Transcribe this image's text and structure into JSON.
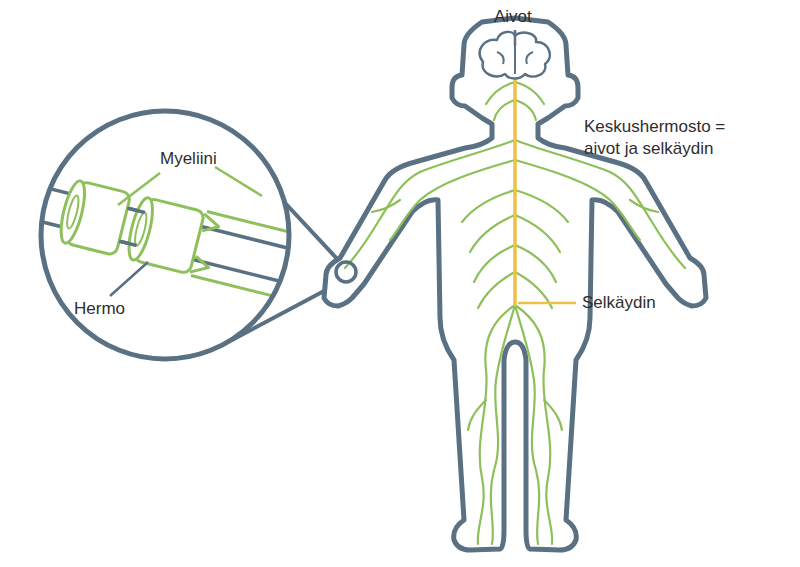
{
  "diagram": {
    "labels": [
      "Aivot",
      "Keskushermosto = aivot ja selkäydin",
      "Myeliini",
      "Hermo",
      "Selkäydin"
    ]
  }
}
